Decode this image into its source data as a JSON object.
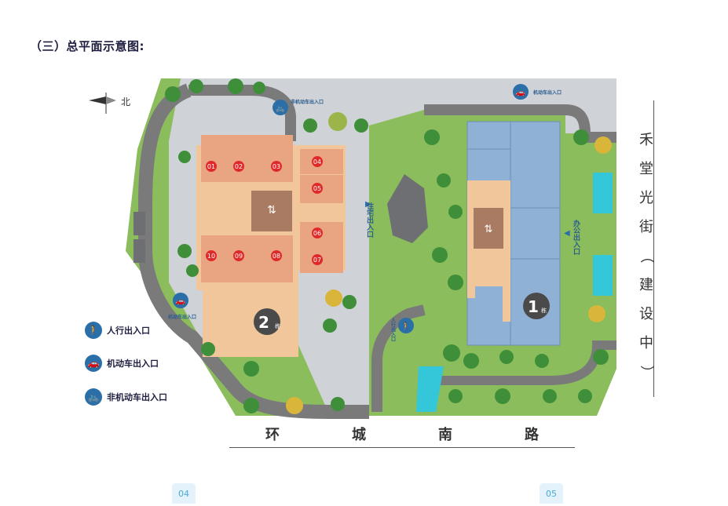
{
  "section_title": "（三）总平面示意图:",
  "north_label": "北",
  "streets": {
    "east_chars": [
      "禾",
      "堂",
      "光",
      "街",
      "（",
      "建",
      "设",
      "中",
      "）"
    ],
    "south_chars": [
      "环",
      "城",
      "南",
      "路"
    ]
  },
  "buildings": {
    "b1": {
      "number": "1",
      "suffix": "栋"
    },
    "b2": {
      "number": "2",
      "suffix": "栋"
    }
  },
  "units": [
    "01",
    "02",
    "03",
    "04",
    "05",
    "06",
    "07",
    "08",
    "09",
    "10"
  ],
  "entrances": {
    "motor_top_right": "机动车出入口",
    "non_motor_top": "非机动车出入口",
    "motor_left": "机动车出入口",
    "residential": "住宅出入口",
    "office": "办公出入口",
    "pedestrian": "人行出入口"
  },
  "legend": [
    {
      "icon": "pedestrian-icon",
      "glyph": "🚶",
      "label": "人行出入口"
    },
    {
      "icon": "car-icon",
      "glyph": "🚗",
      "label": "机动车出入口"
    },
    {
      "icon": "bike-icon",
      "glyph": "🚲",
      "label": "非机动车出入口"
    }
  ],
  "page_numbers": {
    "left": "04",
    "right": "05"
  },
  "colors": {
    "road": "#7a7a7a",
    "plaza": "#cfd2d6",
    "green": "#8bbd5c",
    "building2": "#f1c69a",
    "unit": "#e9a482",
    "building1": "#8fb1d6",
    "water": "#34c6d9",
    "icon_blue": "#2a6fa8"
  }
}
